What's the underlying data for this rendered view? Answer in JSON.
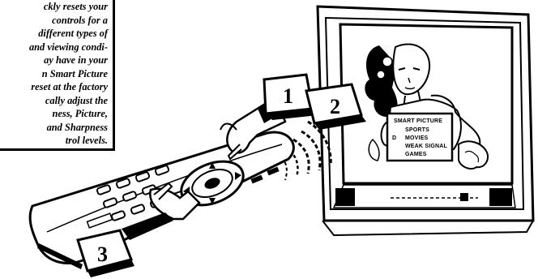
{
  "caption": {
    "lines": [
      "ckly resets your",
      "controls for a",
      "different types of",
      "and viewing condi-",
      "ay have in your",
      "n Smart Picture",
      "reset at the factory",
      "cally adjust the",
      "ness, Picture,",
      "and Sharpness",
      "trol levels."
    ]
  },
  "tv_menu": {
    "title": "SMART PICTURE",
    "items": [
      "SPORTS",
      "MOVIES",
      "WEAK SIGNAL",
      "GAMES"
    ],
    "selected_marker": "D"
  },
  "callouts": {
    "step1": "1",
    "step2": "2",
    "step3": "3"
  },
  "icons": {
    "tv": "television-icon",
    "remote": "remote-control-icon",
    "hand": "hand-icon",
    "signal": "signal-waves-icon"
  },
  "colors": {
    "ink": "#000000",
    "paper": "#ffffff"
  }
}
